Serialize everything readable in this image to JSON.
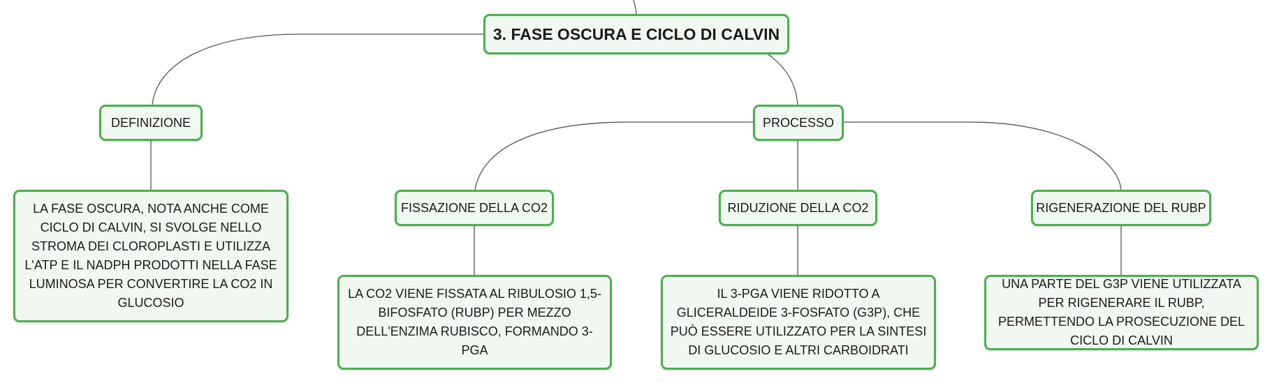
{
  "root": {
    "label": "3. FASE OSCURA E CICLO DI CALVIN"
  },
  "definizione": {
    "label": "DEFINIZIONE",
    "text": "LA FASE OSCURA, NOTA ANCHE COME CICLO DI CALVIN, SI SVOLGE NELLO STROMA DEI CLOROPLASTI E UTILIZZA L'ATP E IL NADPH PRODOTTI NELLA FASE LUMINOSA PER CONVERTIRE LA CO2 IN GLUCOSIO"
  },
  "processo": {
    "label": "PROCESSO",
    "steps": [
      {
        "label": "FISSAZIONE DELLA CO2",
        "text": "LA CO2 VIENE FISSATA AL RIBULOSIO 1,5-BIFOSFATO (RUBP) PER MEZZO DELL'ENZIMA RUBISCO, FORMANDO 3-PGA"
      },
      {
        "label": "RIDUZIONE DELLA CO2",
        "text": "IL 3-PGA VIENE RIDOTTO A GLICERALDEIDE 3-FOSFATO (G3P), CHE PUÒ ESSERE UTILIZZATO PER LA SINTESI DI GLUCOSIO E ALTRI CARBOIDRATI"
      },
      {
        "label": "RIGENERAZIONE DEL RUBP",
        "text": "UNA PARTE DEL G3P VIENE UTILIZZATA PER RIGENERARE IL RUBP, PERMETTENDO LA PROSECUZIONE DEL CICLO DI CALVIN"
      }
    ]
  },
  "colors": {
    "border": "#4caf50",
    "fill": "#f1f8f1",
    "line": "#555555"
  }
}
